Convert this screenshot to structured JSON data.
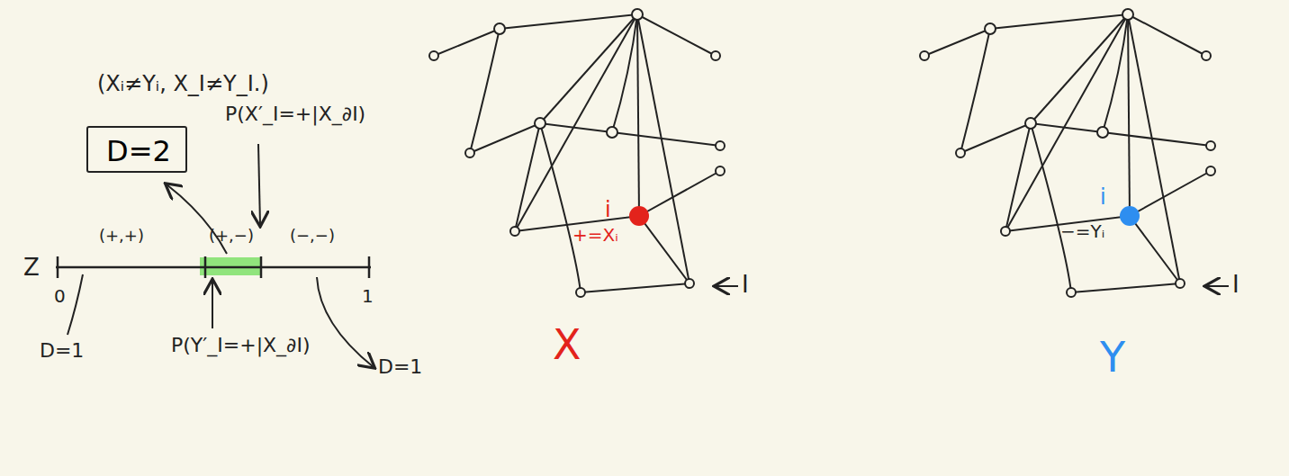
{
  "diagram": {
    "nodes": [
      {
        "text": [
          "D=2"
        ]
      }
    ],
    "labels": [
      "(Xᵢ≠Yᵢ, X_I≠Y_I.)",
      "P(X′_I=+|X_∂I)",
      "(+,+)",
      "(+,−)",
      "(−,−)",
      "Z",
      "0",
      "1",
      "D=1",
      "P(Y′_I=+|X_∂I)",
      "D=1",
      "i",
      "+=Xᵢ",
      "I",
      "X",
      "i",
      "−=Yᵢ",
      "I",
      "Y"
    ]
  }
}
